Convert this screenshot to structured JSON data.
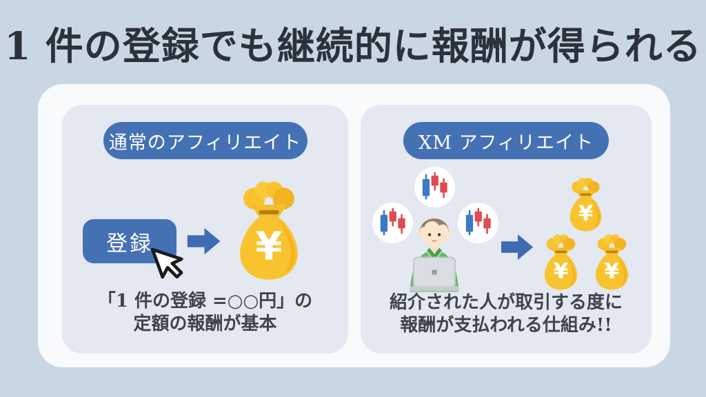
{
  "title": "1 件の登録でも継続的に報酬が得られる",
  "shared": {
    "yen_symbol": "¥"
  },
  "left_panel": {
    "badge_label": "通常のアフィリエイト",
    "register_button_label": "登録",
    "caption_line1": "「1 件の登録 =○○円」の",
    "caption_line2": "定額の報酬が基本"
  },
  "right_panel": {
    "badge_label": "XM アフィリエイト",
    "caption_line1": "紹介された人が取引する度に",
    "caption_line2": "報酬が支払われる仕組み!!"
  },
  "icons": {
    "money_bag": "money-bag-icon",
    "mouse_cursor": "mouse-cursor-icon",
    "arrow_right": "arrow-right-icon",
    "candlestick_chart": "candlestick-chart-icon",
    "person_at_laptop": "person-at-laptop-icon"
  },
  "colors": {
    "background": "#c9d6e3",
    "card": "#f9fafb",
    "panel": "#e3e8f1",
    "accent_blue": "#4471b4",
    "arrow_blue": "#3e6bb2",
    "gold": "#f9c32e",
    "gold_shade": "#efa816",
    "candle_blue": "#3c79c4",
    "candle_red": "#e04a50",
    "shirt_green": "#68bc62",
    "title_text": "#2c323c",
    "caption_text": "#3e434c"
  }
}
